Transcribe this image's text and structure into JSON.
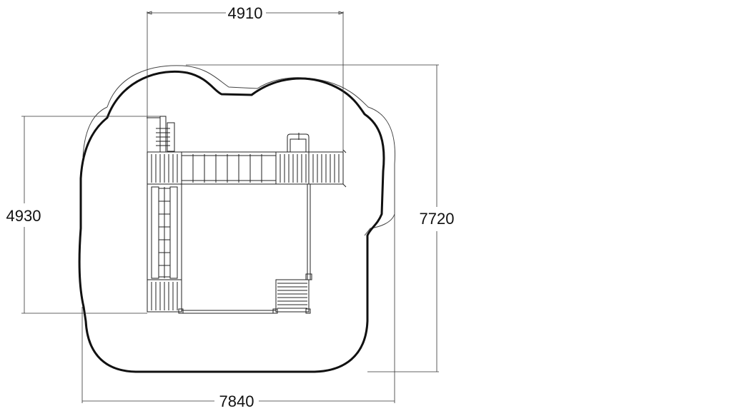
{
  "dimensions": {
    "top_width": "4910",
    "left_height": "4930",
    "right_height": "7720",
    "bottom_width": "7840"
  },
  "colors": {
    "line": "#111111",
    "background": "#ffffff"
  }
}
